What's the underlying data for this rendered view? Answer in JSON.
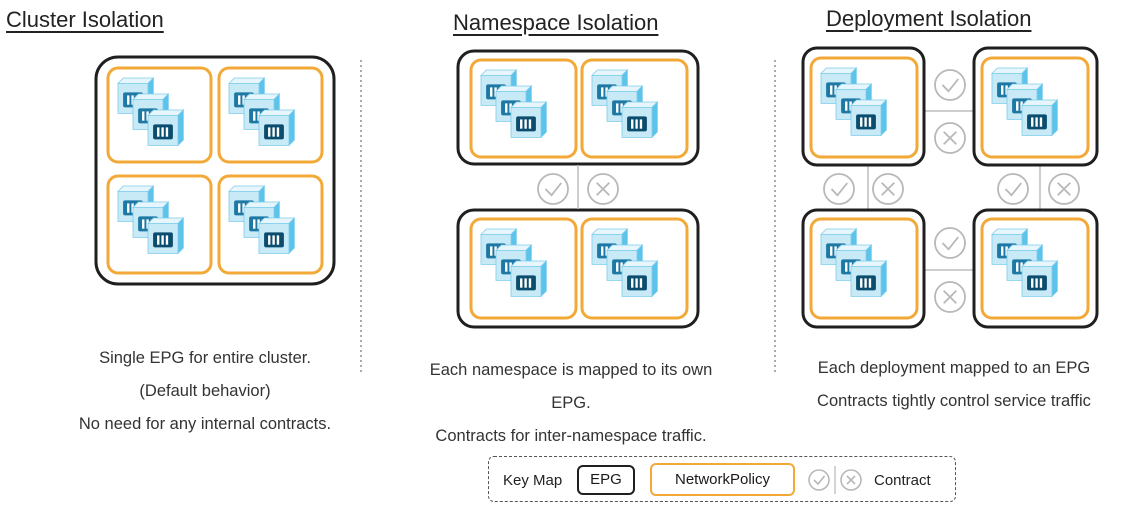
{
  "columns": [
    {
      "title": "Cluster Isolation",
      "caption": [
        "Single EPG for entire cluster.",
        "(Default behavior)",
        "No need for any internal contracts."
      ]
    },
    {
      "title": "Namespace Isolation",
      "caption": [
        "Each namespace is mapped to its own",
        "EPG.",
        "Contracts for inter-namespace traffic."
      ]
    },
    {
      "title": "Deployment Isolation",
      "caption": [
        "Each deployment mapped to an EPG",
        "Contracts tightly control service traffic"
      ]
    }
  ],
  "key_map": {
    "title": "Key Map",
    "epg": "EPG",
    "network_policy": "NetworkPolicy",
    "contract": "Contract"
  },
  "colors": {
    "epg_border": "#1f1f1f",
    "network_policy_border": "#f2a938",
    "container_light": "#c8eaf7",
    "container_mid": "#5cc3ea",
    "container_dark": "#0b4d6e",
    "contract_icon": "#b8b8b8"
  }
}
